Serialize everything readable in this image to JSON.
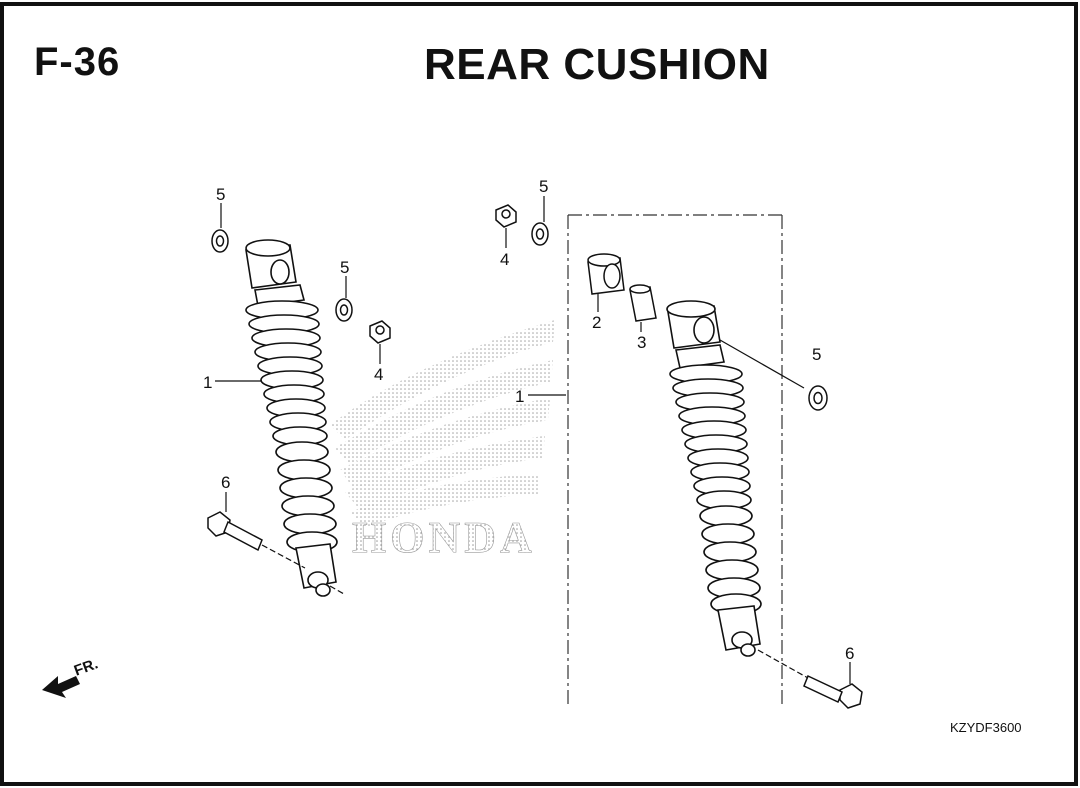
{
  "header": {
    "section_code": "F-36",
    "title": "REAR CUSHION"
  },
  "watermark": {
    "brand_text": "HONDA"
  },
  "direction_marker": {
    "label": "FR."
  },
  "diagram_code": "KZYDF3600",
  "callouts": {
    "part1_left": "1",
    "part1_right": "1",
    "part2": "2",
    "part3": "3",
    "part4_top": "4",
    "part4_mid": "4",
    "part5_topleft": "5",
    "part5_midleft": "5",
    "part5_top": "5",
    "part5_right": "5",
    "part6_left": "6",
    "part6_right": "6"
  }
}
